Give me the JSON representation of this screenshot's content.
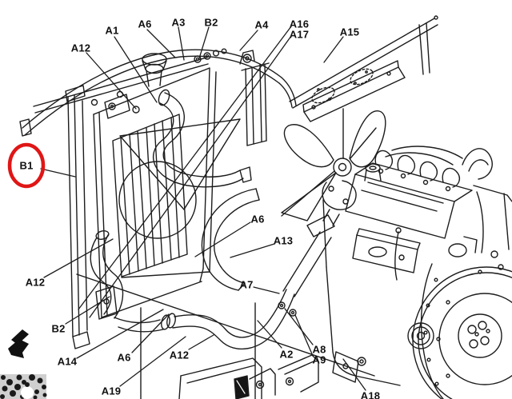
{
  "figure": {
    "type": "exploded-parts-line-diagram",
    "background_color": "#ffffff",
    "line_color": "#1c1c1c",
    "highlight": {
      "circled_label": "B1",
      "circle_color": "#e01616"
    },
    "labels": [
      {
        "id": "a1",
        "text": "A1"
      },
      {
        "id": "a6-top",
        "text": "A6"
      },
      {
        "id": "a3",
        "text": "A3"
      },
      {
        "id": "b2-top",
        "text": "B2"
      },
      {
        "id": "a4",
        "text": "A4"
      },
      {
        "id": "a16",
        "text": "A16"
      },
      {
        "id": "a17",
        "text": "A17"
      },
      {
        "id": "a15",
        "text": "A15"
      },
      {
        "id": "a12-upper-left",
        "text": "A12"
      },
      {
        "id": "b1",
        "text": "B1"
      },
      {
        "id": "a6-middle",
        "text": "A6"
      },
      {
        "id": "a13",
        "text": "A13"
      },
      {
        "id": "a7",
        "text": "A7"
      },
      {
        "id": "a12-left",
        "text": "A12"
      },
      {
        "id": "b2-bottom",
        "text": "B2"
      },
      {
        "id": "a14",
        "text": "A14"
      },
      {
        "id": "a6-bottom",
        "text": "A6"
      },
      {
        "id": "a19",
        "text": "A19"
      },
      {
        "id": "a12-bottom",
        "text": "A12"
      },
      {
        "id": "a2",
        "text": "A2"
      },
      {
        "id": "a8",
        "text": "A8"
      },
      {
        "id": "a9",
        "text": "A9"
      },
      {
        "id": "a18",
        "text": "A18"
      }
    ]
  }
}
